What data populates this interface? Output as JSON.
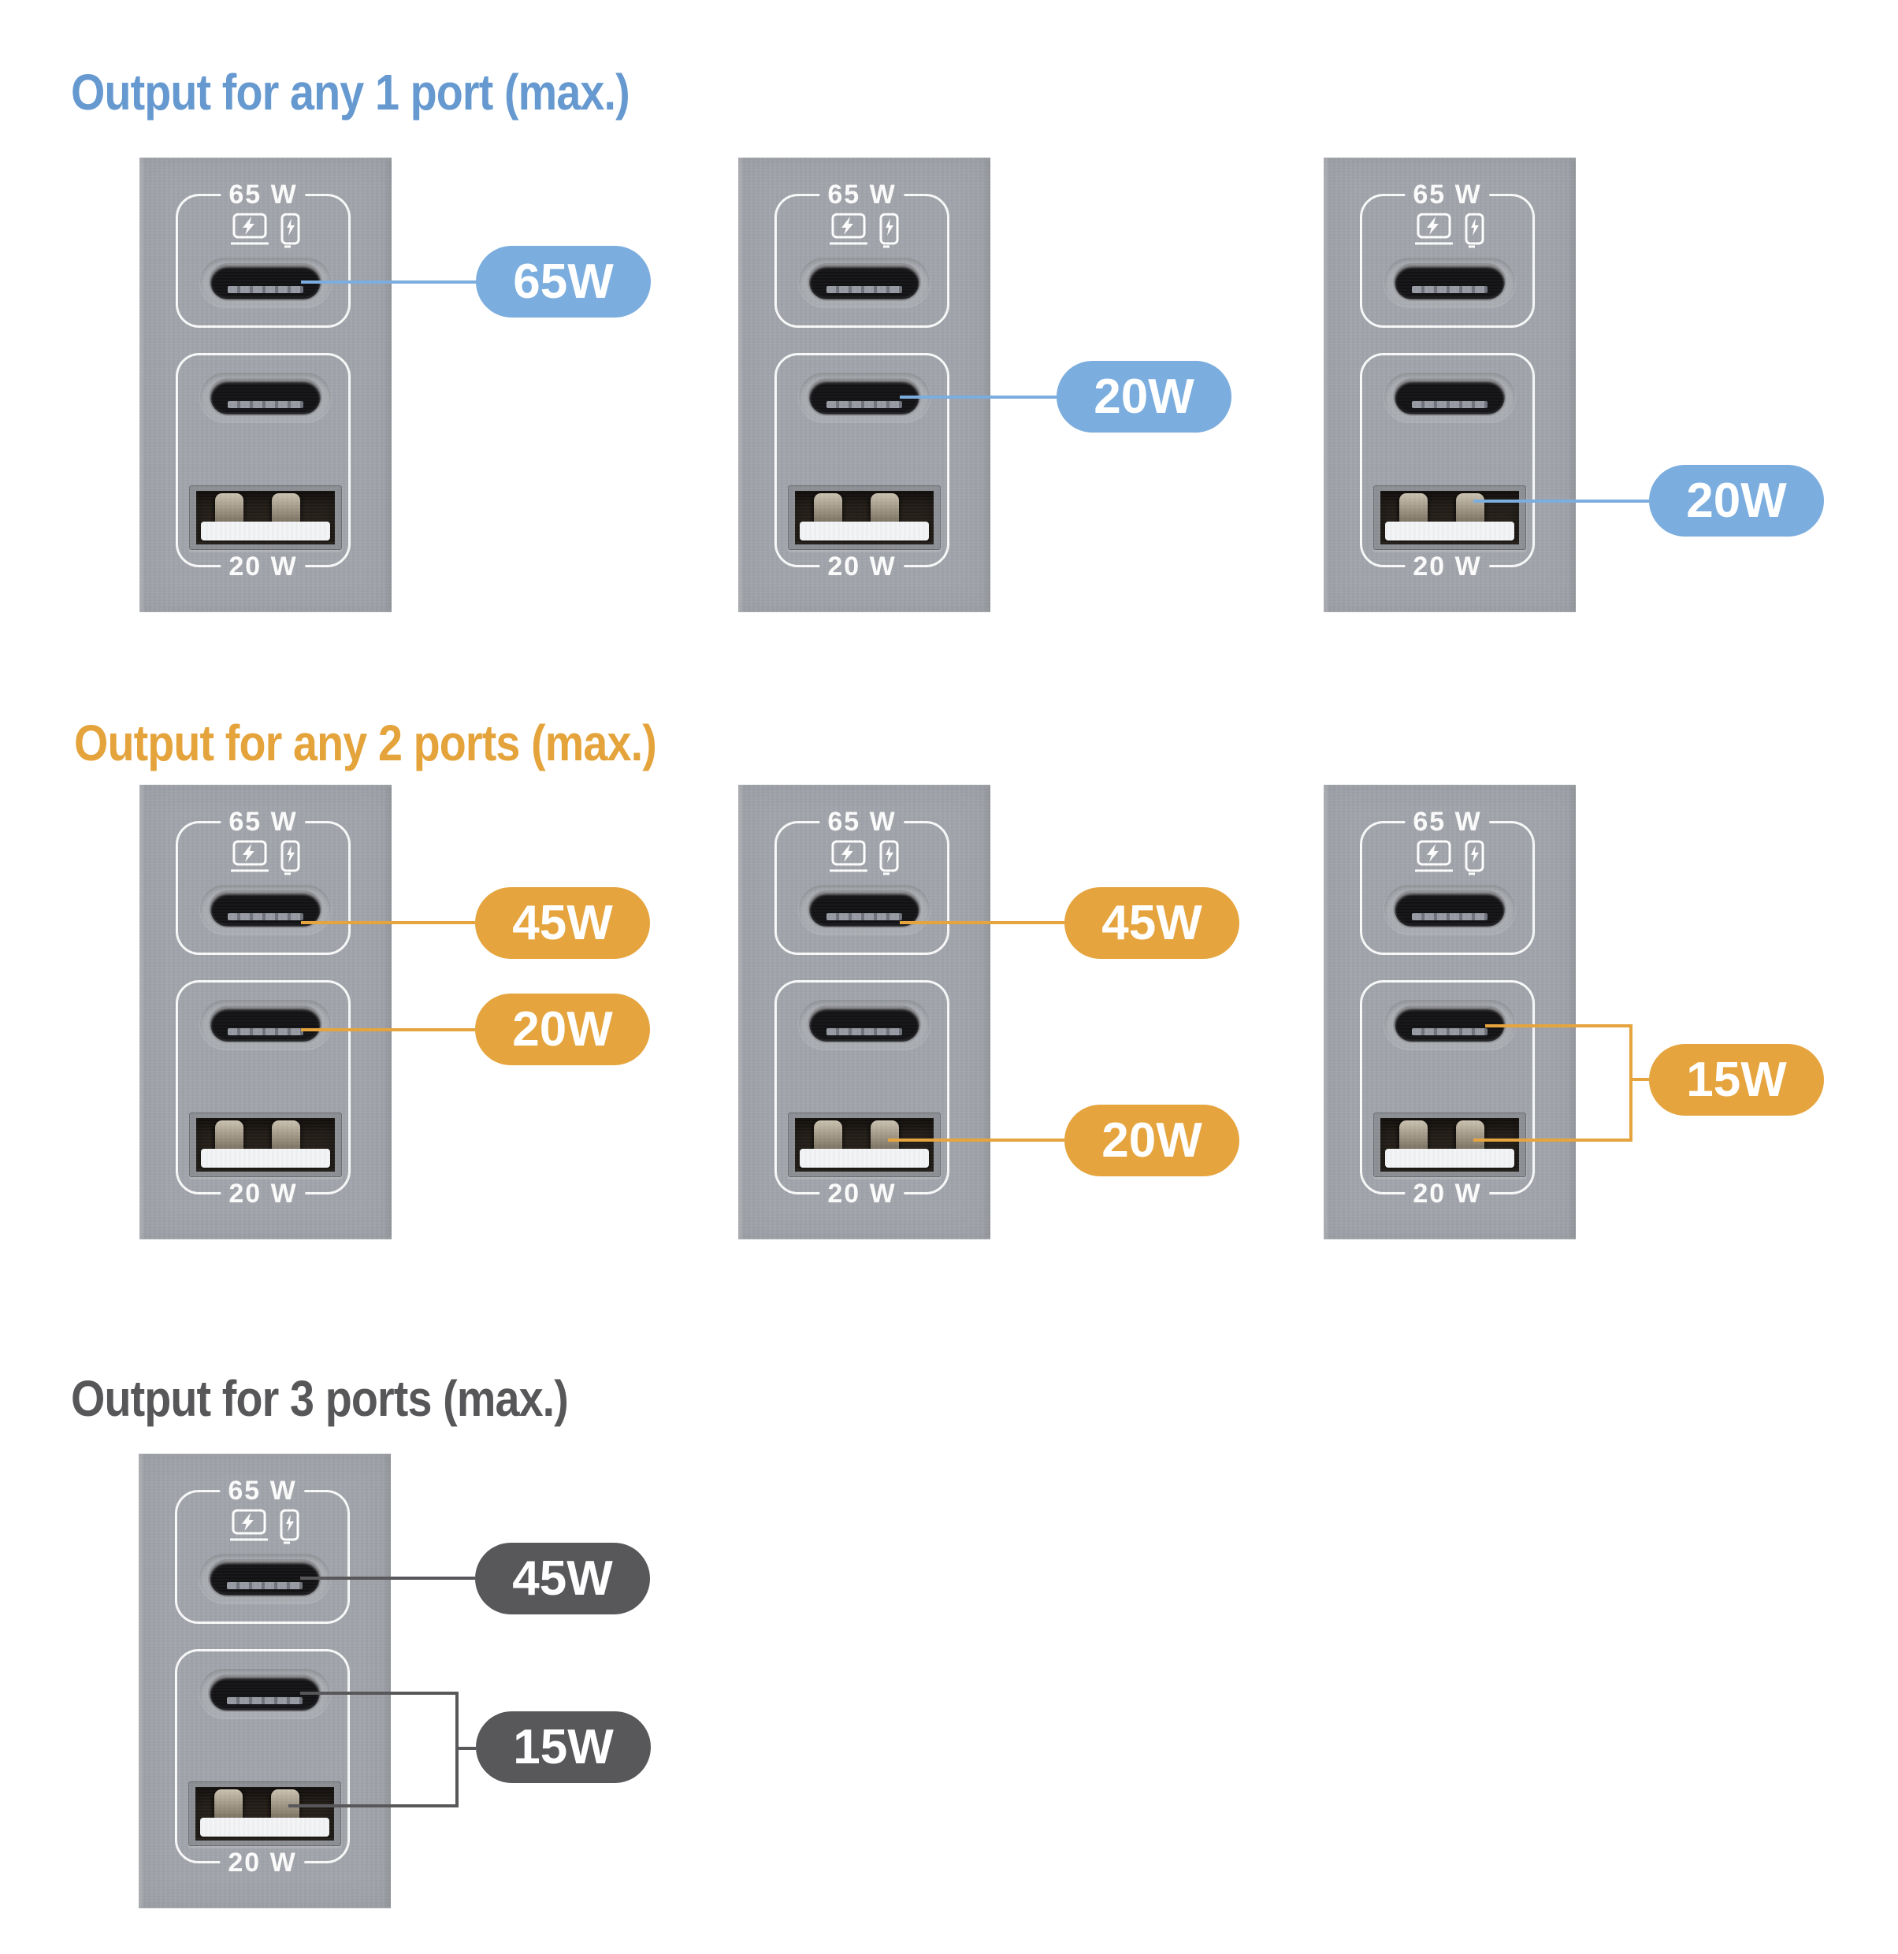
{
  "sections": {
    "one_port": {
      "heading": "Output for any 1 port (max.)",
      "heading_color": "#6699cf"
    },
    "two_ports": {
      "heading": "Output for any 2 ports (max.)",
      "heading_color": "#e4a33b"
    },
    "three_ports": {
      "heading": "Output for 3 ports (max.)",
      "heading_color": "#57575a"
    }
  },
  "charger": {
    "top_zone_label": "65 W",
    "bottom_zone_label": "20 W",
    "body_color": "#a1a4aa",
    "icons": [
      "laptop-charging-icon",
      "phone-charging-icon"
    ],
    "ports": [
      "usb-c",
      "usb-c",
      "usb-a"
    ]
  },
  "callouts": {
    "r1c1_top": {
      "text": "65W",
      "color": "#7badde",
      "target": "usb-c-port-1"
    },
    "r1c2_mid": {
      "text": "20W",
      "color": "#7badde",
      "target": "usb-c-port-2"
    },
    "r1c3_usba": {
      "text": "20W",
      "color": "#7badde",
      "target": "usb-a-port"
    },
    "r2c1_top": {
      "text": "45W",
      "color": "#e5a43d",
      "target": "usb-c-port-1"
    },
    "r2c1_mid": {
      "text": "20W",
      "color": "#e5a43d",
      "target": "usb-c-port-2"
    },
    "r2c2_top": {
      "text": "45W",
      "color": "#e5a43d",
      "target": "usb-c-port-1"
    },
    "r2c2_usba": {
      "text": "20W",
      "color": "#e5a43d",
      "target": "usb-a-port"
    },
    "r2c3_combo": {
      "text": "15W",
      "color": "#e5a43d",
      "target": "usb-c-port-2 + usb-a-port"
    },
    "r3c1_top": {
      "text": "45W",
      "color": "#58585b",
      "target": "usb-c-port-1"
    },
    "r3c1_combo": {
      "text": "15W",
      "color": "#58585b",
      "target": "usb-c-port-2 + usb-a-port"
    }
  }
}
